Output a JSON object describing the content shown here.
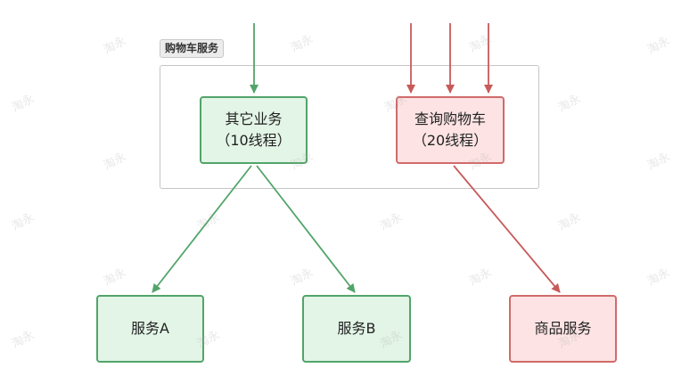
{
  "group": {
    "label": "购物车服务"
  },
  "nodes": {
    "other_business": {
      "line1": "其它业务",
      "line2": "（10线程）"
    },
    "query_cart": {
      "line1": "查询购物车",
      "line2": "（20线程）"
    },
    "service_a": {
      "label": "服务A"
    },
    "service_b": {
      "label": "服务B"
    },
    "product_service": {
      "label": "商品服务"
    }
  },
  "watermark": {
    "text": "淘永"
  },
  "colors": {
    "green_stroke": "#52a46a",
    "green_fill": "#e2f5e6",
    "red_stroke": "#d26a6a",
    "red_fill": "#fde3e3",
    "group_border": "#c6c6c6"
  }
}
